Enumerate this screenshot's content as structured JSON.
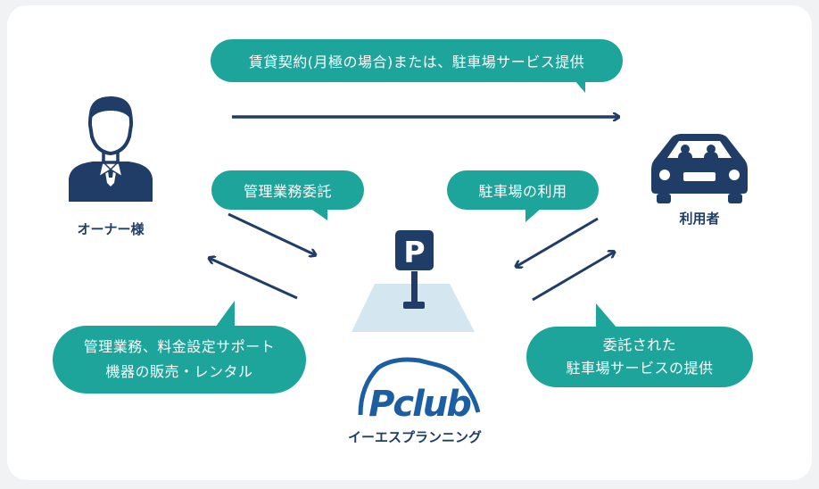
{
  "bubbles": {
    "contract": "賃貸契約(月極の場合)または、駐車場サービス提供",
    "mgmt_delegation": "管理業務委託",
    "parking_use": "駐車場の利用",
    "mgmt_support_line1": "管理業務、料金設定サポート",
    "mgmt_support_line2": "機器の販売・レンタル",
    "entrusted_line1": "委託された",
    "entrusted_line2": "駐車場サービスの提供"
  },
  "actors": {
    "owner": "オーナー様",
    "user": "利用者",
    "company": "イーエスプランニング"
  },
  "logo": {
    "text": "Pclub"
  },
  "parking_sign": {
    "letter": "P"
  },
  "colors": {
    "teal": "#1ea59b",
    "navy": "#1f3d66",
    "logo_blue": "#1b5ea3",
    "platform": "#d4e7f1"
  }
}
